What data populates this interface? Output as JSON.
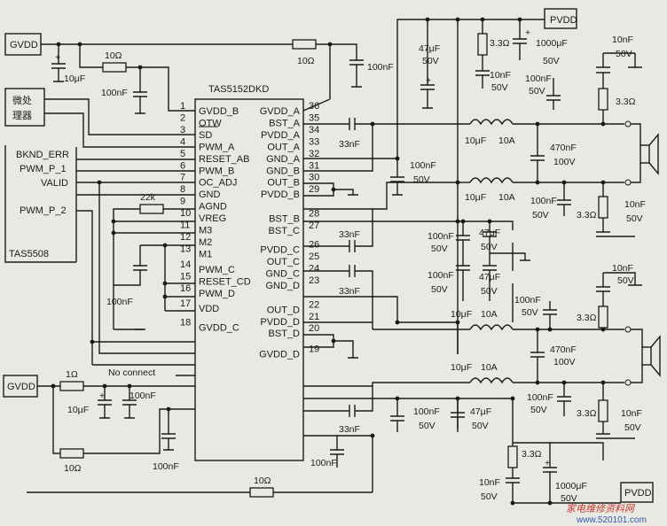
{
  "chip": {
    "name": "TAS5152DKD",
    "left_pins": [
      {
        "num": "1",
        "name": "GVDD_B"
      },
      {
        "num": "2",
        "name": "OTW"
      },
      {
        "num": "3",
        "name": "SD"
      },
      {
        "num": "4",
        "name": "PWM_A"
      },
      {
        "num": "5",
        "name": "RESET_AB"
      },
      {
        "num": "6",
        "name": "PWM_B"
      },
      {
        "num": "7",
        "name": "OC_ADJ"
      },
      {
        "num": "8",
        "name": "GND"
      },
      {
        "num": "9",
        "name": "AGND"
      },
      {
        "num": "10",
        "name": "VREG"
      },
      {
        "num": "11",
        "name": "M3"
      },
      {
        "num": "12",
        "name": "M2"
      },
      {
        "num": "13",
        "name": "M1"
      },
      {
        "num": "14",
        "name": "PWM_C"
      },
      {
        "num": "15",
        "name": "RESET_CD"
      },
      {
        "num": "16",
        "name": "PWM_D"
      },
      {
        "num": "17",
        "name": "VDD"
      },
      {
        "num": "18",
        "name": "GVDD_C"
      }
    ],
    "right_pins": [
      {
        "num": "36",
        "name": "GVDD_A"
      },
      {
        "num": "35",
        "name": "BST_A"
      },
      {
        "num": "34",
        "name": "PVDD_A"
      },
      {
        "num": "33",
        "name": "OUT_A"
      },
      {
        "num": "32",
        "name": "GND_A"
      },
      {
        "num": "31",
        "name": "GND_B"
      },
      {
        "num": "30",
        "name": "OUT_B"
      },
      {
        "num": "29",
        "name": "PVDD_B"
      },
      {
        "num": "28",
        "name": "BST_B"
      },
      {
        "num": "27",
        "name": "BST_C"
      },
      {
        "num": "26",
        "name": "PVDD_C"
      },
      {
        "num": "25",
        "name": "OUT_C"
      },
      {
        "num": "24",
        "name": "GND_C"
      },
      {
        "num": "23",
        "name": "GND_D"
      },
      {
        "num": "22",
        "name": "OUT_D"
      },
      {
        "num": "21",
        "name": "PVDD_D"
      },
      {
        "num": "20",
        "name": "BST_D"
      },
      {
        "num": "19",
        "name": "GVDD_D"
      }
    ]
  },
  "supplies": {
    "gvdd": "GVDD",
    "pvdd": "PVDD"
  },
  "blocks": {
    "mcu": "微处理器",
    "tas5508": "TAS5508",
    "bknd_err": "BKND_ERR",
    "pwm_p_1": "PWM_P_1",
    "valid": "VALID",
    "pwm_p_2": "PWM_P_2",
    "no_connect": "No connect"
  },
  "labels": {
    "r10": "10Ω",
    "r1": "1Ω",
    "r22k": "22k",
    "r3_3": "3.3Ω",
    "r3_0": "3.3Ω",
    "c10u": "10μF",
    "c100n": "100nF",
    "c33n": "33nF",
    "c47u": "47μF",
    "c50v": "50V",
    "c1000u": "1000μF",
    "c10n": "10nF",
    "c470n": "470nF",
    "c100v": "100V",
    "l10u": "10μF",
    "l10a": "10A"
  },
  "watermark": {
    "cn": "家电维修资料网",
    "url": "www.520101.com"
  }
}
